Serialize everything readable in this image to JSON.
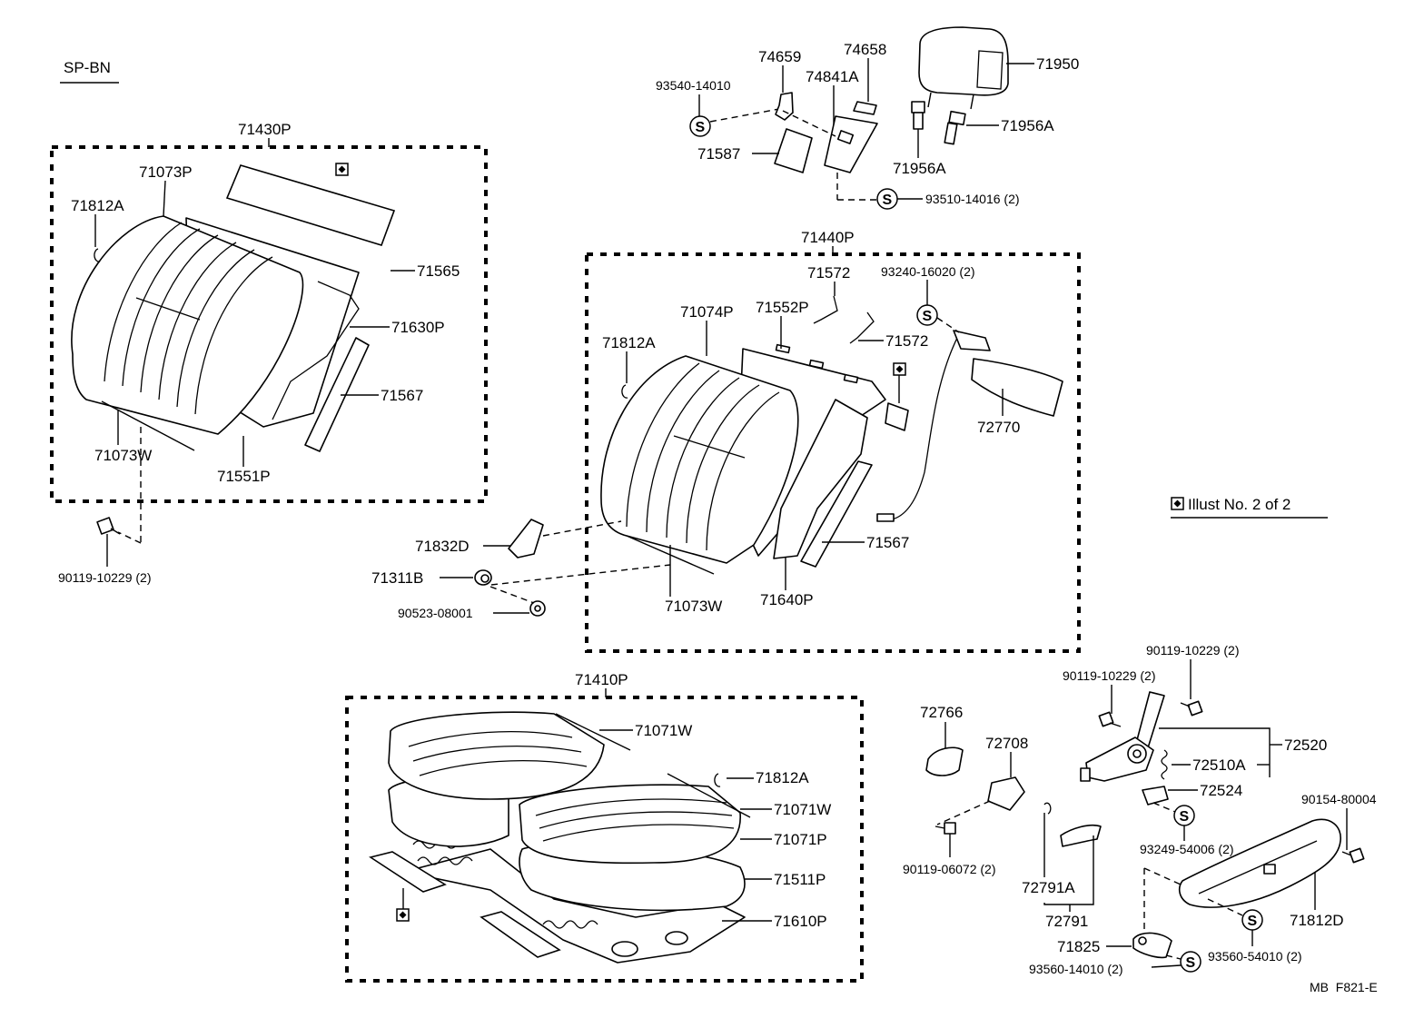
{
  "header": {
    "model_code": "SP-BN",
    "illust_note": "Illust No. 2 of 2",
    "footer_code": "MB  F821-E"
  },
  "assemblies": {
    "rear_back": "71430P",
    "front_back": "71440P",
    "cushion": "71410P"
  },
  "labels": {
    "p71073P": "71073P",
    "p71812A_1": "71812A",
    "p71565": "71565",
    "p71630P": "71630P",
    "p71567_1": "71567",
    "p71073W_1": "71073W",
    "p71551P": "71551P",
    "p90119_10229_1": "90119-10229 (2)",
    "p74659": "74659",
    "p74658": "74658",
    "p93540_14010": "93540-14010",
    "p74841A": "74841A",
    "p71950": "71950",
    "p71956A_1": "71956A",
    "p71956A_2": "71956A",
    "p71587": "71587",
    "p93510_14016": "93510-14016 (2)",
    "p71572_1": "71572",
    "p93240_16020": "93240-16020 (2)",
    "p71074P": "71074P",
    "p71552P": "71552P",
    "p71812A_2": "71812A",
    "p71572_2": "71572",
    "p72770": "72770",
    "p71832D": "71832D",
    "p71567_2": "71567",
    "p71311B": "71311B",
    "p71640P": "71640P",
    "p90523_08001": "90523-08001",
    "p71073W_2": "71073W",
    "p71071W_1": "71071W",
    "p71812A_3": "71812A",
    "p71071W_2": "71071W",
    "p71071P": "71071P",
    "p71511P": "71511P",
    "p71610P": "71610P",
    "p90119_10229_2": "90119-10229 (2)",
    "p90119_10229_3": "90119-10229 (2)",
    "p72766": "72766",
    "p72708": "72708",
    "p72520": "72520",
    "p72510A": "72510A",
    "p72524": "72524",
    "p90154_80004": "90154-80004",
    "p93249_54006": "93249-54006 (2)",
    "p90119_06072": "90119-06072 (2)",
    "p72791A": "72791A",
    "p72791": "72791",
    "p71812D": "71812D",
    "p71825": "71825",
    "p93560_54010": "93560-54010 (2)",
    "p93560_14010": "93560-14010 (2)"
  },
  "symbols": {
    "s_letter": "S"
  },
  "icons": {
    "marker": "diamond-in-square-icon",
    "fastener": "s-circle-icon"
  }
}
